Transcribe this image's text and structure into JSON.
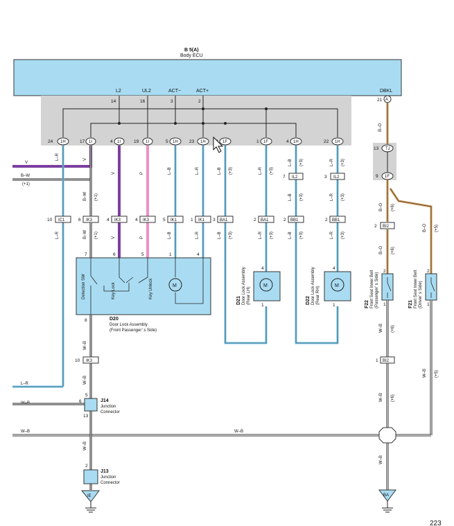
{
  "ecu": {
    "code": "B 5(A)",
    "name": "Body ECU",
    "pins": [
      {
        "label": "L2",
        "pin": "14"
      },
      {
        "label": "UL2",
        "pin": "16"
      },
      {
        "label": "ACT−",
        "pin": "3"
      },
      {
        "label": "ACT+",
        "pin": "2"
      },
      {
        "label": "DBKL",
        "pin": "21"
      }
    ],
    "pin_a": "A"
  },
  "connectors": {
    "row1": [
      {
        "pin": "24",
        "id": "1H"
      },
      {
        "pin": "17",
        "id": "1I"
      },
      {
        "pin": "4",
        "id": "1I"
      },
      {
        "pin": "19",
        "id": "1I"
      },
      {
        "pin": "5",
        "id": "1H"
      },
      {
        "pin": "23",
        "id": "1H"
      },
      {
        "pin": "8",
        "id": "1F"
      },
      {
        "pin": "1",
        "id": "1F"
      },
      {
        "pin": "4",
        "id": "1H"
      },
      {
        "pin": "22",
        "id": "1H"
      }
    ],
    "tj": {
      "pin": "13",
      "id": "TJ"
    },
    "tf9": {
      "pin": "9",
      "id": "1F"
    },
    "il2": [
      {
        "pin": "7",
        "id": "IL2"
      },
      {
        "pin": "3",
        "id": "IL2"
      }
    ],
    "row2": [
      {
        "pin": "10",
        "id": "IC1"
      },
      {
        "pin": "6",
        "id": "IK3"
      },
      {
        "pin": "4",
        "id": "IK3"
      },
      {
        "pin": "4",
        "id": "IK3"
      },
      {
        "pin": "5",
        "id": "IK1"
      },
      {
        "pin": "1",
        "id": "IK1"
      },
      {
        "pin": "3",
        "id": "BA1"
      },
      {
        "pin": "2",
        "id": "BA1"
      },
      {
        "pin": "2",
        "id": "BB1"
      },
      {
        "pin": "2",
        "id": "BB1"
      }
    ],
    "bi2_top": {
      "pin": "2",
      "id": "BI2"
    },
    "bi2_bot": {
      "pin": "1",
      "id": "BI2"
    },
    "ik3_low": {
      "pin": "10",
      "id": "IK3"
    }
  },
  "wires": {
    "L-R": "L–R",
    "V": "V",
    "B-W": "B–W",
    "P": "P",
    "L-B": "L–B",
    "B-O": "B–O",
    "W-B": "W–B",
    "plus1": "(+1)",
    "plus3": "(+3)",
    "plus6": "(+6)",
    "plus5": "(+5)"
  },
  "d20": {
    "code": "D20",
    "name": "Door Lock Assembly",
    "side": "(Front Passenger’ s Side)",
    "labels": [
      "Detection SW",
      "Key Lock",
      "Key Unlock"
    ],
    "pins": [
      "7",
      "6",
      "5",
      "1",
      "4",
      "8"
    ],
    "motor": "M"
  },
  "d21": {
    "code": "D21",
    "name": "Door Lock Assembly",
    "side": "(Rear LH)",
    "pins": [
      "4",
      "1"
    ],
    "motor": "M"
  },
  "d22": {
    "code": "D22",
    "name": "Door Lock Assembly",
    "side": "(Rear RH)",
    "pins": [
      "4",
      "1"
    ],
    "motor": "M"
  },
  "f22": {
    "code": "F22",
    "name": "Front Seat Inner Belt",
    "side": "(Passenger’ s Side)",
    "pins": [
      "2",
      "1"
    ]
  },
  "f21": {
    "code": "F21",
    "name": "Front Seat Inner Belt",
    "side": "(Driver’ s Side)",
    "pins": [
      "2",
      "1"
    ]
  },
  "j14": {
    "code": "J14",
    "name": "Junction",
    "sub": "Connector",
    "pins": [
      "5",
      "6",
      "13"
    ]
  },
  "j13": {
    "code": "J13",
    "name": "Junction",
    "sub": "Connector",
    "pins": [
      "2"
    ]
  },
  "grounds": [
    "IE",
    "BA"
  ],
  "page_number": "223"
}
